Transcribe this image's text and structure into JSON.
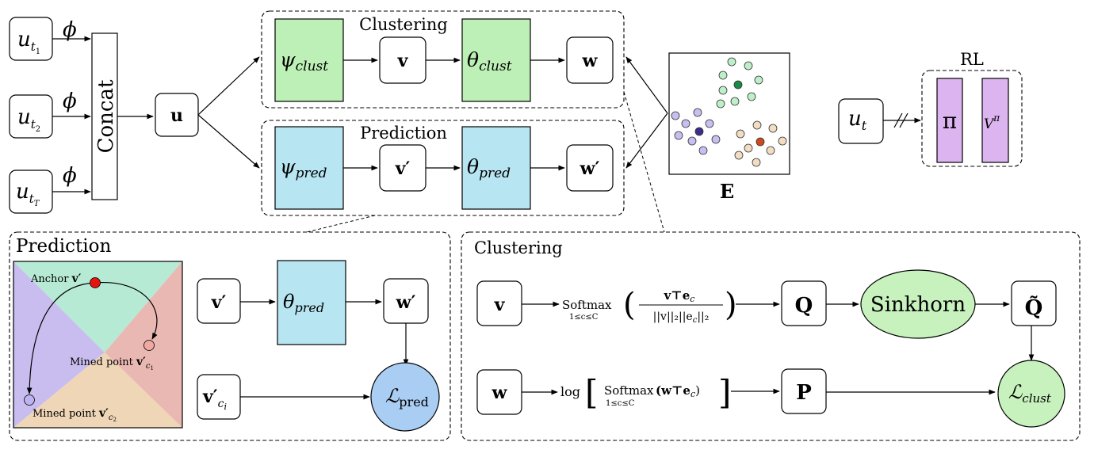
{
  "inputs": {
    "u_base": "u",
    "t": "t",
    "sub1": "1",
    "sub2": "2",
    "subT": "T",
    "phi": "ϕ"
  },
  "concat_label": "Concat",
  "u_label": "u",
  "top_clustering": {
    "title": "Clustering",
    "psi": "ψ",
    "psi_sub": "clust",
    "v": "v",
    "theta": "θ",
    "theta_sub": "clust",
    "w": "w"
  },
  "top_prediction": {
    "title": "Prediction",
    "psi": "ψ",
    "psi_sub": "pred",
    "v": "v′",
    "theta": "θ",
    "theta_sub": "pred",
    "w": "w′"
  },
  "embedding_label": "E",
  "rl": {
    "title": "RL",
    "ut_base": "u",
    "ut_sub": "t",
    "pi": "π",
    "value_base": "V",
    "value_sup": "π"
  },
  "bottom_prediction": {
    "title": "Prediction",
    "anchor_text": "Anchor",
    "anchor_sym": "v′",
    "mined1_text": "Mined point",
    "mined1_sym": "v′",
    "mined1_sub": "c",
    "mined1_subsub": "1",
    "mined2_text": "Mined point",
    "mined2_sym": "v′",
    "mined2_sub": "c",
    "mined2_subsub": "2",
    "v": "v′",
    "theta": "θ",
    "theta_sub": "pred",
    "w": "w′",
    "vci": "v′",
    "vci_sub": "c",
    "vci_subsub": "i",
    "loss": "ℒ",
    "loss_sub": "pred"
  },
  "bottom_clustering": {
    "title": "Clustering",
    "v": "v",
    "softmax": "Softmax",
    "softmax_range": "1≤c≤C",
    "frac_num": "v⊤e",
    "frac_num_sub": "c",
    "frac_den": "||v||₂||e",
    "frac_den_sub": "c",
    "frac_den_tail": "||₂",
    "q": "Q",
    "sinkhorn": "Sinkhorn",
    "q_tilde": "Q̃",
    "w": "w",
    "log": "log",
    "log_softmax": "Softmax",
    "log_range": "1≤c≤C",
    "log_arg": "(w⊤e",
    "log_arg_sub": "c",
    "log_arg_tail": ")",
    "p": "P",
    "loss": "ℒ",
    "loss_sub": "clust"
  },
  "colors": {
    "green": "#bdf0b6",
    "blue": "#b7e6f2",
    "purple": "#dcb5f0",
    "loss_blue": "#a9cdf3",
    "loss_green": "#c7f2be",
    "region_green": "#b6ead5",
    "region_red": "#eab8b3",
    "region_purple": "#c9bdef",
    "region_beige": "#efd6b7",
    "anchor_red": "#e5140f"
  }
}
